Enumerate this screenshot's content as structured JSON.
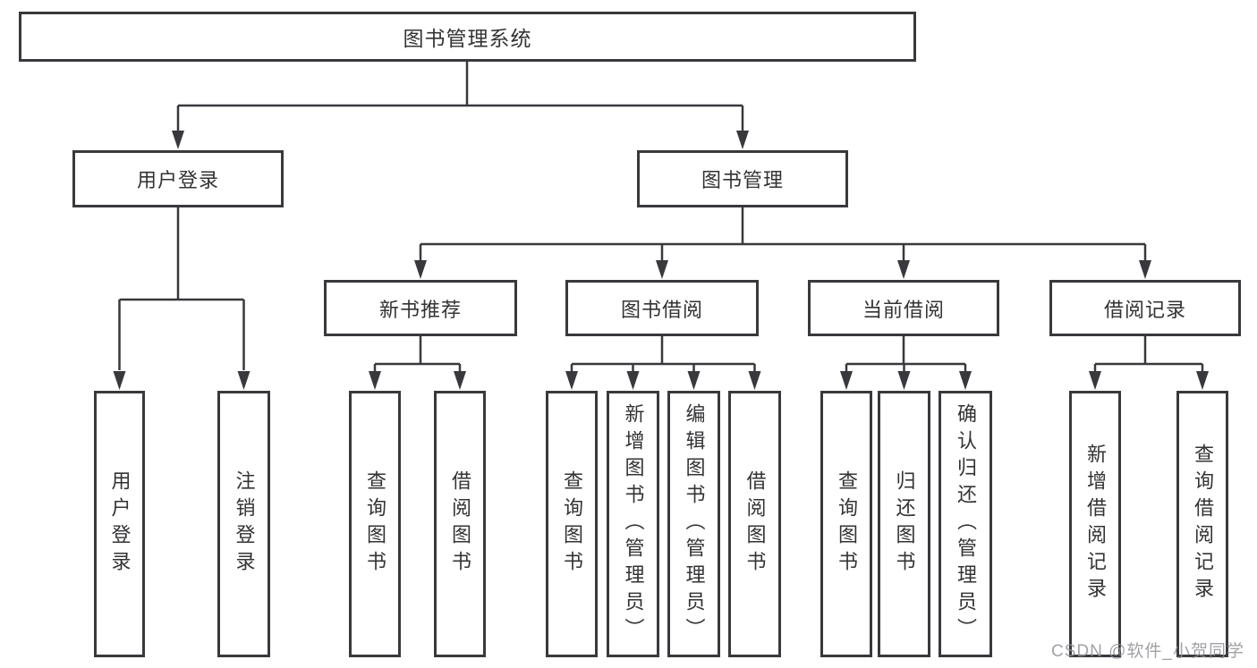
{
  "diagram": {
    "title": "图书管理系统",
    "level2": [
      {
        "label": "用户登录"
      },
      {
        "label": "图书管理"
      }
    ],
    "level3": [
      {
        "label": "新书推荐"
      },
      {
        "label": "图书借阅"
      },
      {
        "label": "当前借阅"
      },
      {
        "label": "借阅记录"
      }
    ],
    "leaves": [
      {
        "label": "用户登录"
      },
      {
        "label": "注销登录"
      },
      {
        "label": "查询图书"
      },
      {
        "label": "借阅图书"
      },
      {
        "label": "查询图书"
      },
      {
        "label": "新增图书（管理员）"
      },
      {
        "label": "编辑图书（管理员）"
      },
      {
        "label": "借阅图书"
      },
      {
        "label": "查询图书"
      },
      {
        "label": "归还图书"
      },
      {
        "label": "确认归还（管理员）"
      },
      {
        "label": "新增借阅记录"
      },
      {
        "label": "查询借阅记录"
      }
    ]
  },
  "watermark": {
    "text": "CSDN @软件_小贺同学"
  },
  "colors": {
    "line": "#39393d",
    "box_border": "#39393d",
    "text": "#333336",
    "watermark": "#919198",
    "background": "#ffffff"
  }
}
